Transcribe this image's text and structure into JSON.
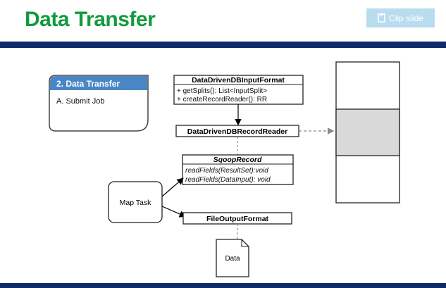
{
  "header": {
    "title": "Data Transfer",
    "clip_label": "Clip slide"
  },
  "colors": {
    "title_green": "#109b3e",
    "band_navy": "#0e2a6a",
    "clip_button_bg": "#b9dcef",
    "panel_header_blue": "#4a86c5",
    "storage_middle_gray": "#d9d9d9"
  },
  "diagram": {
    "panel": {
      "title": "2. Data Transfer",
      "item": "A.  Submit Job"
    },
    "input_format": {
      "name": "DataDrivenDBInputFormat",
      "methods": [
        "+ getSplits(): List<InputSplit>",
        "+ createRecordReader(): RR"
      ]
    },
    "record_reader": {
      "name": "DataDrivenDBRecordReader"
    },
    "sqoop_record": {
      "name": "SqoopRecord",
      "methods": [
        "readFields(ResultSet):void",
        "readFields(DataInput): void"
      ]
    },
    "map_task": {
      "label": "Map Task"
    },
    "output_format": {
      "name": "FileOutputFormat"
    },
    "data_file": {
      "label": "Data"
    }
  },
  "icons": {
    "clip": "clip-icon"
  }
}
